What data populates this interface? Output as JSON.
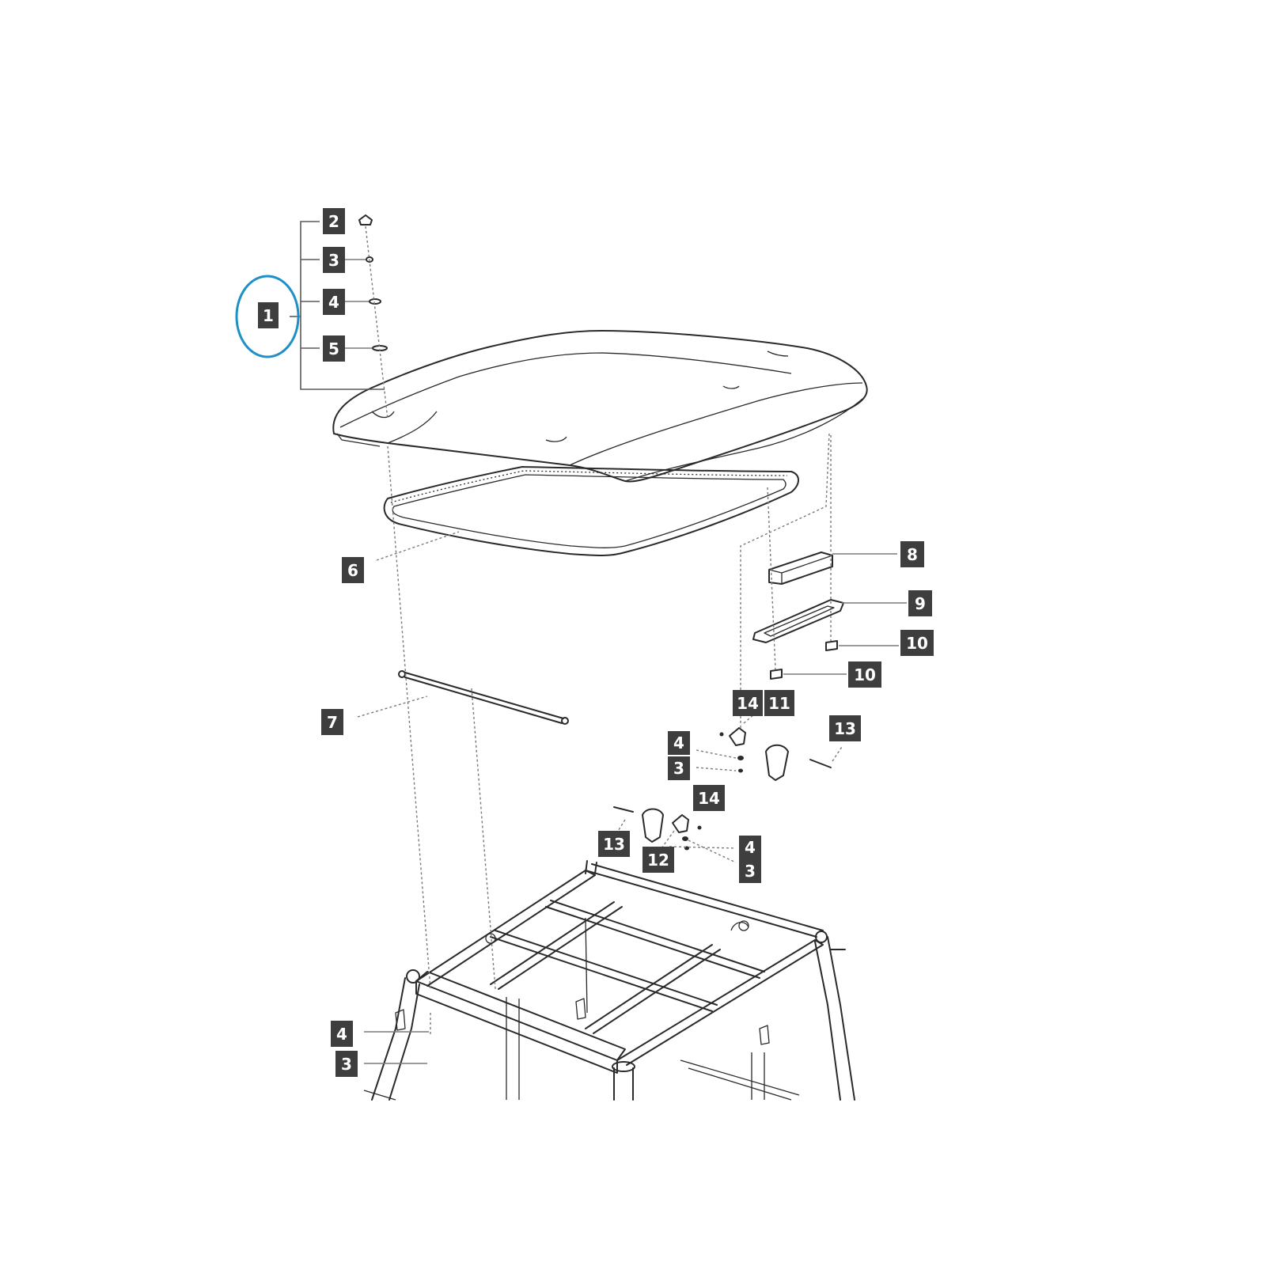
{
  "highlight_color": "#1e90c8",
  "badge_color": "#3e3e3e",
  "callouts": [
    {
      "id": "c1",
      "label": "1"
    },
    {
      "id": "c2",
      "label": "2"
    },
    {
      "id": "c3a",
      "label": "3"
    },
    {
      "id": "c4a",
      "label": "4"
    },
    {
      "id": "c5",
      "label": "5"
    },
    {
      "id": "c6",
      "label": "6"
    },
    {
      "id": "c7",
      "label": "7"
    },
    {
      "id": "c8",
      "label": "8"
    },
    {
      "id": "c9",
      "label": "9"
    },
    {
      "id": "c10a",
      "label": "10"
    },
    {
      "id": "c10b",
      "label": "10"
    },
    {
      "id": "c14a",
      "label": "14"
    },
    {
      "id": "c11",
      "label": "11"
    },
    {
      "id": "c13a",
      "label": "13"
    },
    {
      "id": "c4b",
      "label": "4"
    },
    {
      "id": "c3b",
      "label": "3"
    },
    {
      "id": "c14b",
      "label": "14"
    },
    {
      "id": "c13b",
      "label": "13"
    },
    {
      "id": "c12",
      "label": "12"
    },
    {
      "id": "c4c",
      "label": "4"
    },
    {
      "id": "c3c",
      "label": "3"
    },
    {
      "id": "c4d",
      "label": "4"
    },
    {
      "id": "c3d",
      "label": "3"
    }
  ]
}
